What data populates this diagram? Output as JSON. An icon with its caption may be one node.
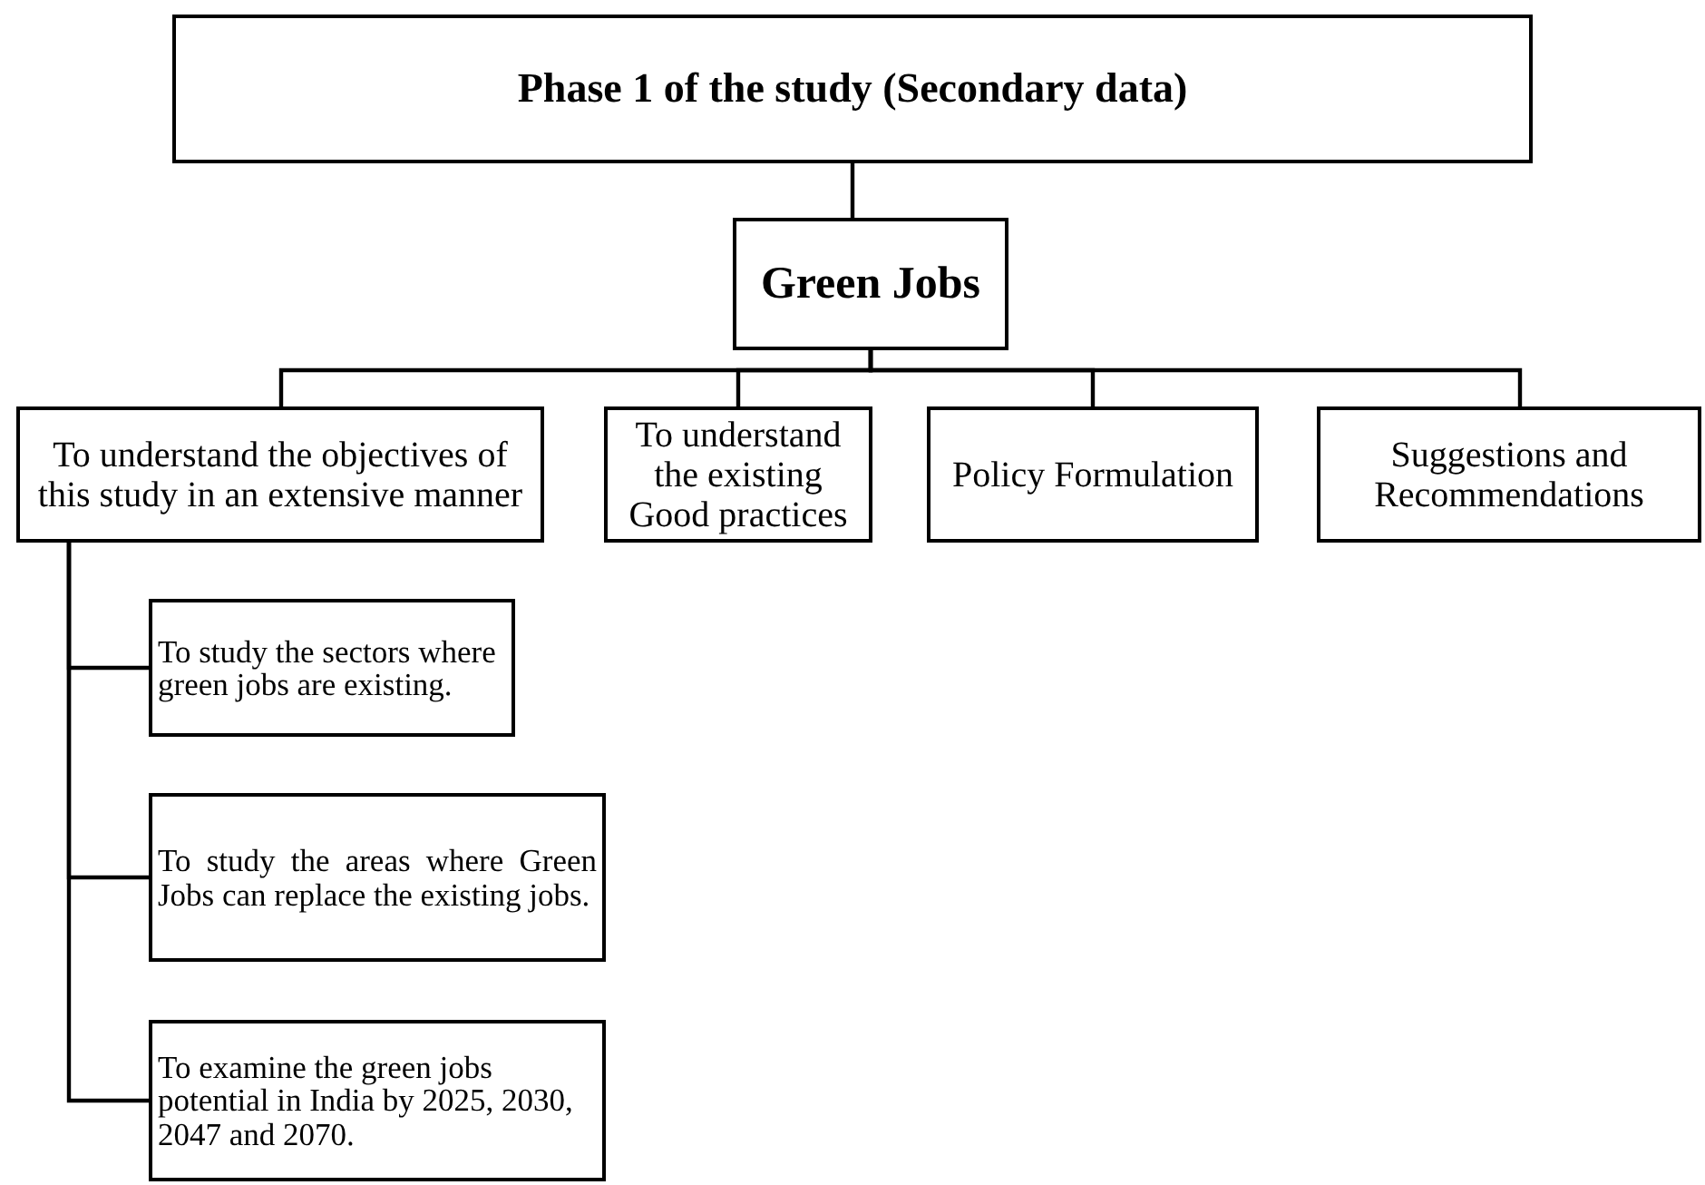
{
  "diagram": {
    "nodes": [
      {
        "text": [
          "Phase 1 of the study (Secondary data)"
        ]
      },
      {
        "text": [
          "Green Jobs"
        ]
      },
      {
        "text": [
          "To understand the objectives of this study in an extensive manner"
        ]
      },
      {
        "text": [
          "To understand the existing Good practices"
        ]
      },
      {
        "text": [
          "Policy Formulation"
        ]
      },
      {
        "text": [
          "Suggestions and Recommendations"
        ]
      },
      {
        "text": [
          "To study the sectors where green jobs are existing."
        ]
      },
      {
        "text": [
          "To study the areas where Green Jobs can replace the existing jobs."
        ]
      },
      {
        "text": [
          "To examine the green jobs potential in India by 2025, 2030, 2047 and 2070."
        ]
      }
    ],
    "edges": [
      {
        "from": 0,
        "to": 1,
        "arrow": "none"
      },
      {
        "from": 1,
        "to": 2,
        "arrow": "none"
      },
      {
        "from": 1,
        "to": 3,
        "arrow": "none"
      },
      {
        "from": 1,
        "to": 4,
        "arrow": "none"
      },
      {
        "from": 1,
        "to": 5,
        "arrow": "none"
      },
      {
        "from": 2,
        "to": 6,
        "arrow": "none"
      },
      {
        "from": 2,
        "to": 7,
        "arrow": "none"
      },
      {
        "from": 2,
        "to": 8,
        "arrow": "none"
      }
    ]
  }
}
